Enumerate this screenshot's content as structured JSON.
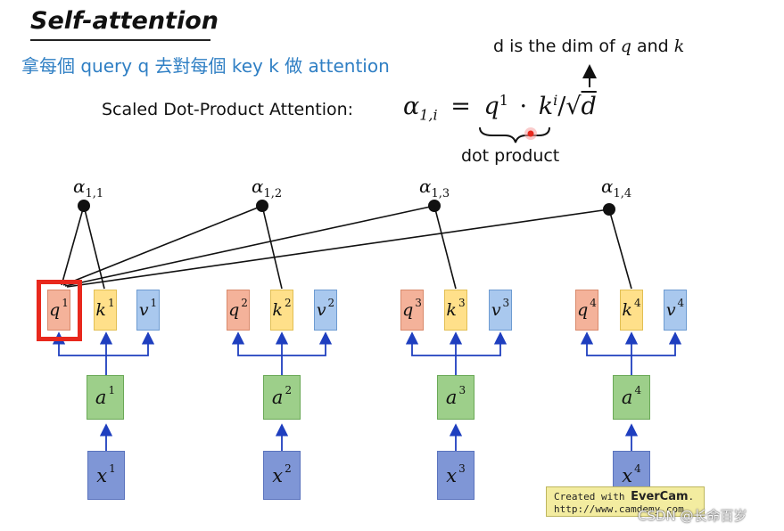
{
  "title": "Self-attention",
  "subtitle": "拿每個 query q 去對每個  key k 做 attention",
  "dim_note": {
    "prefix": "d is the dim of ",
    "q": "q",
    "middle": " and ",
    "k": "k"
  },
  "formula": {
    "label": "Scaled Dot-Product Attention:",
    "lhs": "α",
    "lhs_sub": "1,i",
    "eq": "=",
    "q": "q",
    "q_sup": "1",
    "dot": "·",
    "k": "k",
    "k_sup": "i",
    "slash": "/",
    "sqrt": "√",
    "d": "d",
    "brace_label": "dot product"
  },
  "alphas": [
    {
      "sym": "α",
      "sub": "1,1"
    },
    {
      "sym": "α",
      "sub": "1,2"
    },
    {
      "sym": "α",
      "sub": "1,3"
    },
    {
      "sym": "α",
      "sub": "1,4"
    }
  ],
  "columns": [
    {
      "q": "q",
      "k": "k",
      "v": "v",
      "a": "a",
      "x": "x",
      "sup": "1"
    },
    {
      "q": "q",
      "k": "k",
      "v": "v",
      "a": "a",
      "x": "x",
      "sup": "2"
    },
    {
      "q": "q",
      "k": "k",
      "v": "v",
      "a": "a",
      "x": "x",
      "sup": "3"
    },
    {
      "q": "q",
      "k": "k",
      "v": "v",
      "a": "a",
      "x": "x",
      "sup": "4"
    }
  ],
  "watermark": {
    "created_with": "Created with ",
    "brand": "EverCam",
    "brand_suffix": ".",
    "url": "http://www.camdemy.com"
  },
  "csdn_credit": "CSDN @长命百岁️",
  "colors": {
    "query": "#f4b29a",
    "key": "#ffe08a",
    "value": "#a9c8ee",
    "a": "#9dcf8a",
    "x": "#7f96d6",
    "highlight": "#e8281d",
    "subtitle": "#2f7fc4",
    "blue_arrow": "#1f3fbf"
  }
}
